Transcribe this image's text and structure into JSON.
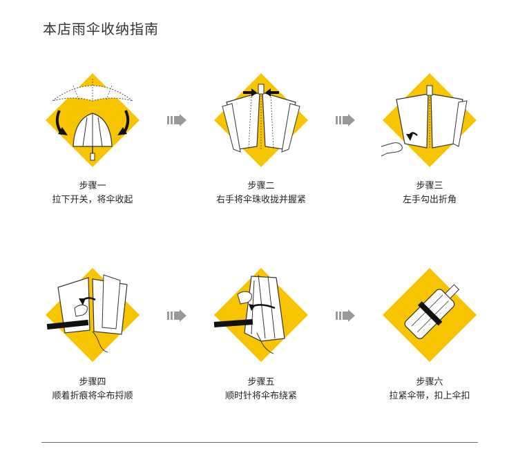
{
  "title": "本店雨伞收纳指南",
  "colors": {
    "accent": "#f7c400",
    "arrow": "#999999",
    "line": "#6a6a6a"
  },
  "steps": [
    {
      "label": "步骤一",
      "desc": "拉下开关，将伞收起"
    },
    {
      "label": "步骤二",
      "desc": "右手将伞珠收拢并握紧"
    },
    {
      "label": "步骤三",
      "desc": "左手勾出折角"
    },
    {
      "label": "步骤四",
      "desc": "顺着折痕将伞布捋顺"
    },
    {
      "label": "步骤五",
      "desc": "顺时针将伞布绕紧"
    },
    {
      "label": "步骤六",
      "desc": "拉紧伞带，扣上伞扣"
    }
  ],
  "icons": {
    "step1": "umbrella-closing-icon",
    "step2": "umbrella-gather-icon",
    "step3": "umbrella-fold-corner-icon",
    "step4": "umbrella-smooth-fabric-icon",
    "step5": "umbrella-wrap-icon",
    "step6": "umbrella-strap-icon",
    "arrow": "next-arrow-icon"
  }
}
